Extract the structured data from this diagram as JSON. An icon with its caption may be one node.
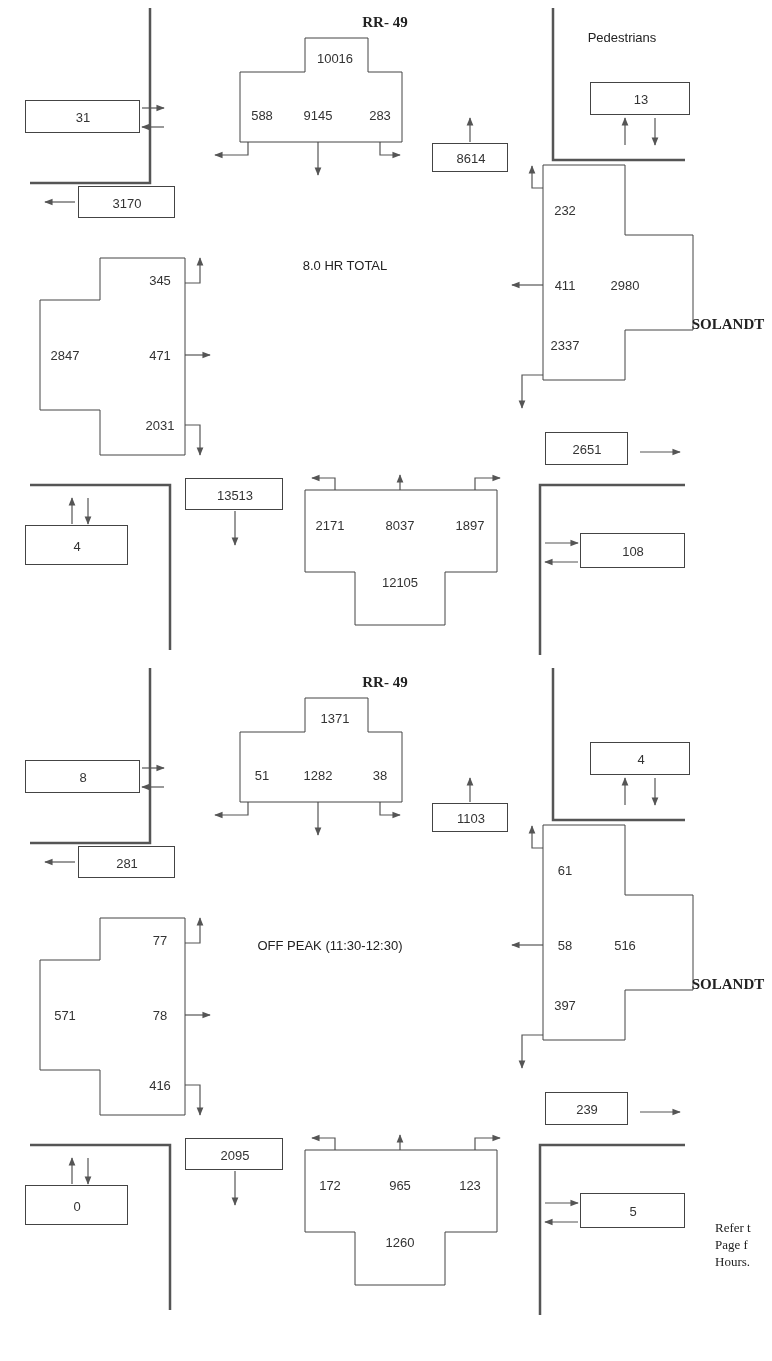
{
  "diagram": {
    "nodes": [
      {
        "text": [
          "31"
        ]
      },
      {
        "text": [
          "10016",
          "588",
          "9145",
          "283"
        ]
      },
      {
        "text": [
          "13"
        ]
      },
      {
        "text": [
          "3170"
        ]
      },
      {
        "text": [
          "8614"
        ]
      },
      {
        "text": [
          "345",
          "2847",
          "471",
          "2031"
        ]
      },
      {
        "text": [
          "232",
          "411",
          "2980",
          "2337"
        ]
      },
      {
        "text": [
          "2651"
        ]
      },
      {
        "text": [
          "13513"
        ]
      },
      {
        "text": [
          "2171",
          "8037",
          "1897",
          "12105"
        ]
      },
      {
        "text": [
          "4"
        ]
      },
      {
        "text": [
          "108"
        ]
      },
      {
        "text": [
          "8"
        ]
      },
      {
        "text": [
          "1371",
          "51",
          "1282",
          "38"
        ]
      },
      {
        "text": [
          "4"
        ]
      },
      {
        "text": [
          "281"
        ]
      },
      {
        "text": [
          "1103"
        ]
      },
      {
        "text": [
          "77",
          "571",
          "78",
          "416"
        ]
      },
      {
        "text": [
          "61",
          "58",
          "516",
          "397"
        ]
      },
      {
        "text": [
          "239"
        ]
      },
      {
        "text": [
          "2095"
        ]
      },
      {
        "text": [
          "172",
          "965",
          "123",
          "1260"
        ]
      },
      {
        "text": [
          "0"
        ]
      },
      {
        "text": [
          "5"
        ]
      }
    ],
    "edges": [],
    "labels": [
      "RR- 49",
      "Pedestrians",
      "8.0 HR TOTAL",
      "SOLANDT",
      "RR- 49",
      "OFF PEAK (11:30-12:30)",
      "SOLANDT",
      "Refer t Page f Hours."
    ]
  }
}
